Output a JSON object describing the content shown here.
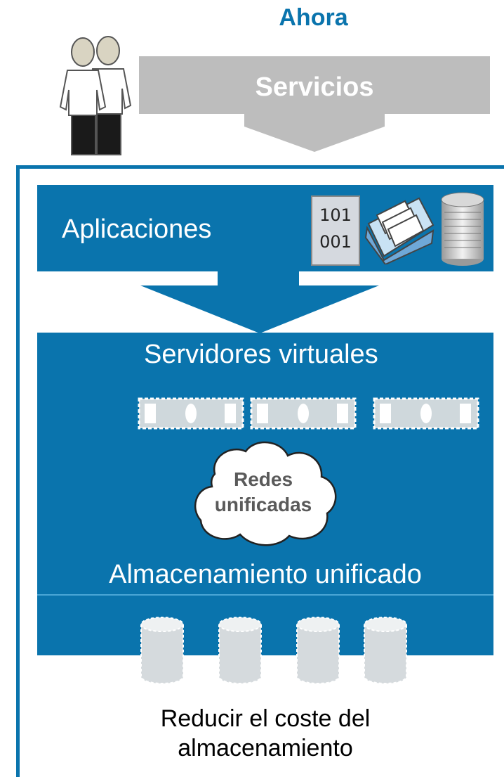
{
  "header": {
    "title": "Ahora"
  },
  "services": {
    "label": "Servicios"
  },
  "applications": {
    "label": "Aplicaciones",
    "binary_line_1": "101",
    "binary_line_2": "001"
  },
  "servers": {
    "label": "Servidores virtuales"
  },
  "network": {
    "line_1": "Redes",
    "line_2": "unificadas"
  },
  "storage": {
    "label": "Almacenamiento unificado"
  },
  "footer": {
    "line_1": "Reducir el coste del",
    "line_2": "almacenamiento"
  },
  "colors": {
    "primary_blue": "#0a74ad",
    "arrow_gray": "#bdbdbd",
    "white": "#ffffff"
  }
}
